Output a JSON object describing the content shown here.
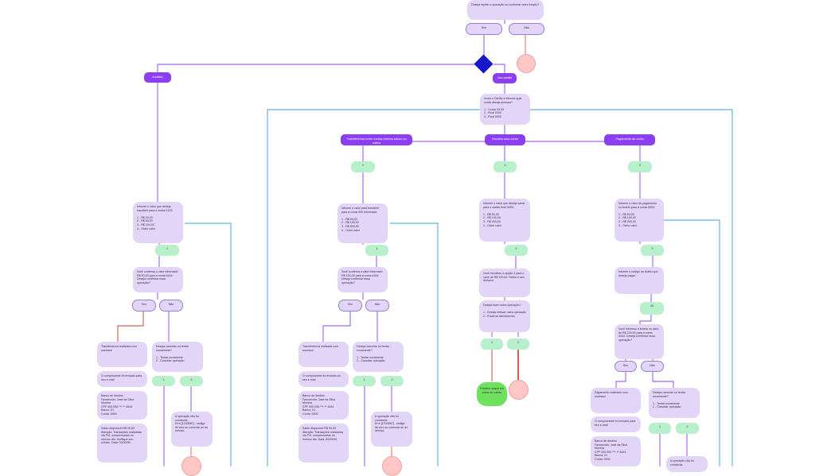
{
  "question_top": "Deseja repetir a operação ou confirmar outra função?",
  "top_yes": "Sim",
  "top_no": "Não",
  "branch_left": "Inválido",
  "branch_right": "Usa cartão",
  "menu_text": "Insira o Cartão e informe qual conta deseja acessar?\n\n1 - Conta XXXX\n2 - Final 0000\n3 - Final 0000",
  "op_cards": [
    "Transferência entre contas mesmo banco ou outros",
    "Escolha uma conta",
    "Pagamento de conta"
  ],
  "opt_numbers": [
    "1",
    "2",
    "3"
  ],
  "col1": {
    "menu": "Informe o valor que deseja transferir para a conta 0123:\n\n1 - R$ 20,00\n2 - R$ 50,00\n3 - R$ 100,00\n4 - Outro valor",
    "opt": "1",
    "confirm": "Você confirma o valor informado R$ 50,00 para a conta 4444. Deseja confirmar essa operação?",
    "yes": "Sim",
    "no": "Não",
    "success": "Transferência realizada com sucesso!",
    "receipt": "O comprovante foi enviado para seu e-mail",
    "bank_info": "Banco de destino\nFavorecido: José da Silva Moreira\nCPF 000.000.***-** 4444\nBanco: 01\nConta: 0000",
    "balance": "Saldo disponível R$ 00,00\nAtenção: Transações realizadas via PIX, compensadas no mesmo dia. Verifique seu extrato. Data: 00/00/00",
    "retry": "Deseja cancelar ou tentar novamente?\n\n1 - Tentar novamente\n2 - Cancelar operação",
    "r1": "1",
    "r2": "2",
    "error": "A operação não foi concluída.\nErro [1234567] - código de erro ao conectar-se ao serviço."
  },
  "col2": {
    "menu": "Informe o valor para transferir para a conta 000 informada:\n\n1 - R$ 50,00\n2 - R$ 100,00\n3 - R$ 500,00\n4 - Outro valor",
    "opt": "1",
    "confirm": "Você confirma o valor informado R$ 100,00 para a conta 4444. Deseja confirmar essa operação?",
    "yes": "Sim",
    "no": "Não",
    "success": "Transferência realizada com sucesso!",
    "receipt": "O comprovante foi enviado ao seu e-mail",
    "bank_info": "Banco de destino\nFavorecido: José da Silva Moreira\nCPF 000.000.***-** 4444\nBanco: 01\nConta: 0000",
    "balance": "Saldo disponível R$ 00,00\nAtenção: Transações realizadas via PIX, compensadas no mesmo dia. Data: 00/00/00",
    "retry": "Deseja cancelar ou tentar novamente?\n\n1 - Tentar novamente\n2 - Cancelar operação",
    "r1": "1",
    "r2": "2",
    "error": "A operação não foi concluída.\nErro [1234567] - código de erro ao conectar-se ao serviço."
  },
  "col3": {
    "menu": "Informe o valor que deseja sacar para o cartão final 0000:\n\n1 - R$ 50,00\n2 - R$ 100,00\n3 - R$ 200,00\n4 - Outro valor",
    "opt": "2",
    "info": "Você escolheu a opção 2 para o valor de R$ 100,00. Retire o seu dinheiro.",
    "question": "Deseja fazer outra operação?\n\n1 - Desejo efetuar outra operação\n2 - Encerrar atendimento",
    "a1": "1",
    "a2": "2",
    "end": "Finalizar saque em conta do cartão"
  },
  "col4": {
    "menu": "Informe o valor do pagamento ou boleto para a conta 0000:\n\n1 - R$ 50,00\n2 - R$ 100,00\n3 - R$ 200,00\n4 - Outro valor",
    "opt": "3",
    "code": "Informe o código do boleto que deseja pagar:",
    "code_val": "40",
    "confirm": "Você informou o boleto no valor de R$ 100,00 para a conta 4444. Deseja confirmar essa operação?",
    "yes": "Sim",
    "no": "Não",
    "success": "Pagamento realizado com sucesso!",
    "receipt": "O comprovante foi enviado para seu e-mail",
    "bank_info": "Banco de destino\nFavorecido: José da Silva Moreira\nCPF 000.000.***-** 4444\nBanco: 01\nConta: 0000",
    "retry": "Deseja cancelar ou tentar novamente?\n\n1 - Tentar novamente\n2 - Cancelar operação",
    "r1": "1",
    "r2": "2",
    "error": "A operação não foi concluída."
  },
  "colors": {
    "purple_light": "#e2d5f7",
    "purple_head": "#8c3ff0",
    "green": "#b9f0cc",
    "pink": "#ffc6c6",
    "blue": "#1618c9",
    "loop_line": "#3a9bd6"
  }
}
